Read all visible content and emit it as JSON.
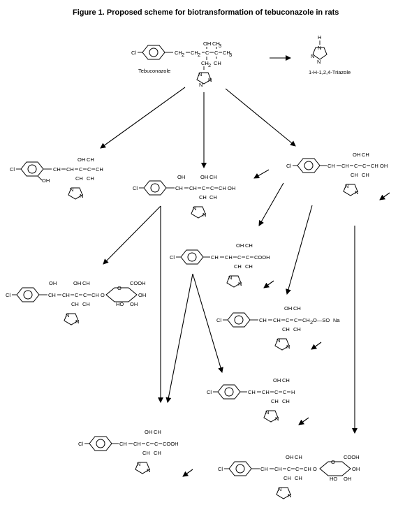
{
  "title": "Figure 1.  Proposed scheme for biotransformation of tebuconazole in rats",
  "labels": {
    "tebuconazole": "Tebuconazole",
    "triazole": "1-H-1,2,4-Triazole",
    "cl": "Cl",
    "oh": "OH",
    "ho": "HO",
    "ch3": "CH",
    "cooh": "COOH",
    "ch2oh": "CH",
    "so3na": "CH",
    "n": "N",
    "h": "H",
    "o": "O",
    "c": "C",
    "ch2": "CH",
    "sub2": "2",
    "sub3": "3"
  },
  "compounds": [
    {
      "id": "tebuconazole",
      "left": "CH",
      "right": "C"
    },
    {
      "id": "m1-phenol"
    },
    {
      "id": "m2-diol"
    },
    {
      "id": "m3-alcohol"
    },
    {
      "id": "m4-glucuronide"
    },
    {
      "id": "m5-acid"
    },
    {
      "id": "m6-sulfate"
    },
    {
      "id": "m7-dehydro"
    },
    {
      "id": "m8-acid"
    },
    {
      "id": "m9-glucuronide"
    }
  ],
  "tails": {
    "sulfate": "CH",
    "sulfate_suffix": "O—SO",
    "na": "Na",
    "cooh": "COOH"
  }
}
